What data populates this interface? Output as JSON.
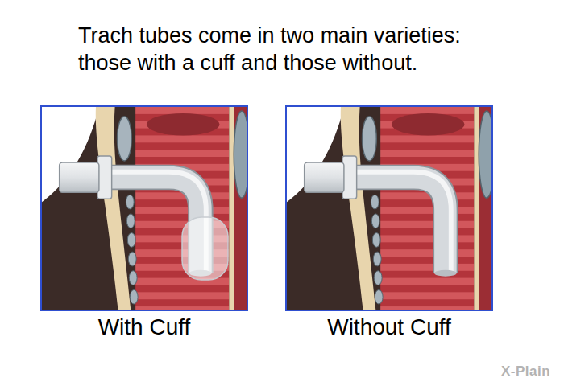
{
  "diagram": {
    "title": "Trach tubes come in two main varieties: those with a cuff and those without.",
    "nodes": [
      {
        "text": [
          "With Cuff"
        ]
      },
      {
        "text": [
          "Without Cuff"
        ]
      }
    ],
    "labels": [
      "X-Plain"
    ]
  }
}
